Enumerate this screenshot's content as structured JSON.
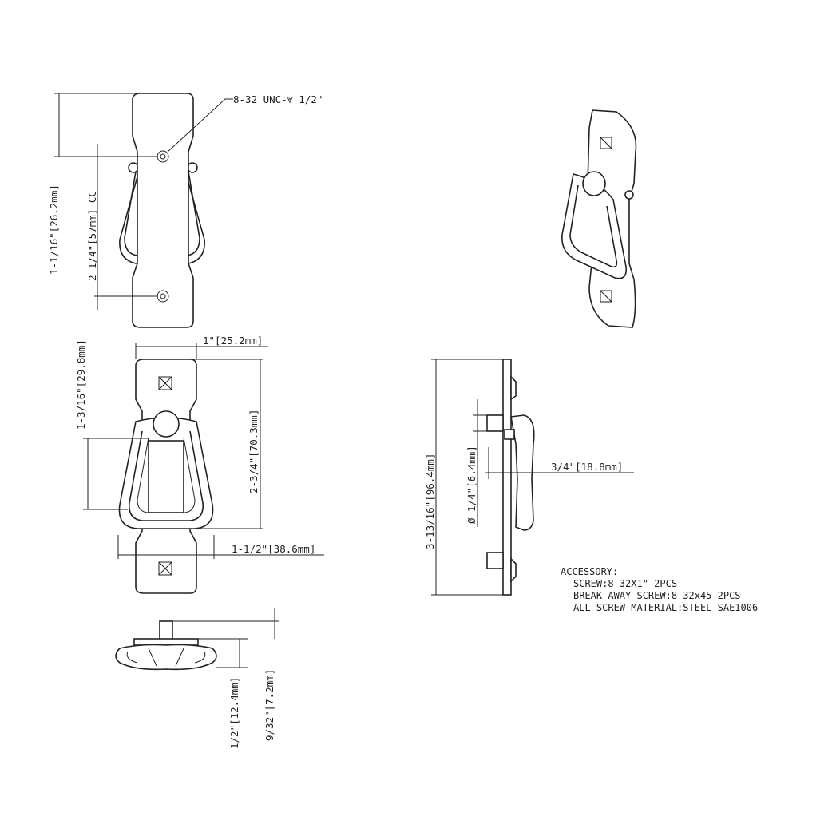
{
  "dimensions": {
    "top_hole_thread": "8-32 UNC-⩔ 1/2\"",
    "top_offset": "1-1/16\"[26.2mm]",
    "center_to_center": "2-1/4\"[57mm] CC",
    "width": "1\"[25.2mm]",
    "ring_drop": "1-3/16\"[29.8mm]",
    "plate_height": "2-3/4\"[70.3mm]",
    "ring_width": "1-1/2\"[38.6mm]",
    "depth_total": "1/2\"[12.4mm]",
    "plate_thickness": "9/32\"[7.2mm]",
    "overall_length": "3-13/16\"[96.4mm]",
    "post_diameter": "Ø 1/4\"[6.4mm]",
    "projection": "3/4\"[18.8mm]"
  },
  "accessory": {
    "heading": "ACCESSORY:",
    "lines": [
      "SCREW:8-32X1\"  2PCS",
      "BREAK AWAY SCREW:8-32x45 2PCS",
      "ALL SCREW MATERIAL:STEEL-SAE1006"
    ]
  }
}
